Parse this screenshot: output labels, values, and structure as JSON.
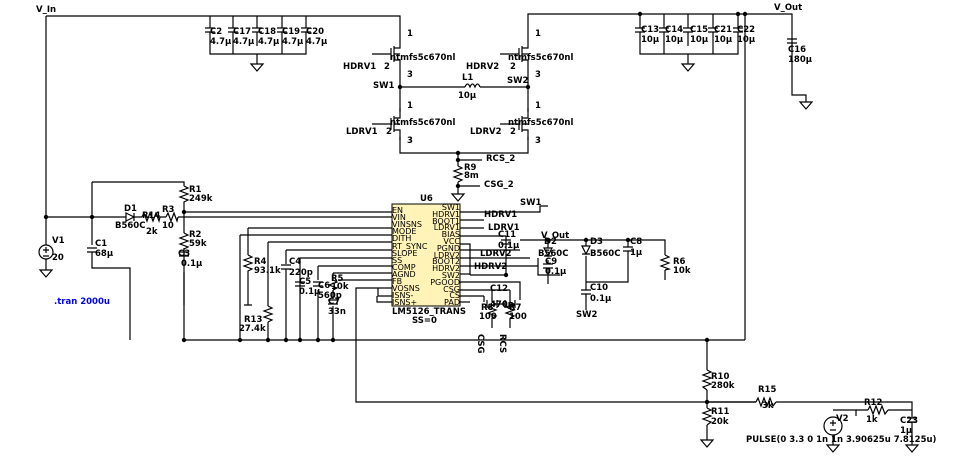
{
  "nets": {
    "v_in": "V_In",
    "v_out_top": "V_Out",
    "v_out_pin": "V_Out",
    "sw1_left": "SW1",
    "sw2_mid": "SW2",
    "sw1_pin": "SW1",
    "sw2_bottom": "SW2",
    "hdrv1_left": "HDRV1",
    "hdrv2_left": "HDRV2",
    "ldrv1_left": "LDRV1",
    "ldrv2_left": "LDRV2",
    "hdrv1_net": "HDRV1",
    "ldrv1_net": "LDRV1",
    "ldrv2_net": "LDRV2",
    "hdrv2_net": "HDRV2",
    "rcs2": "RCS_2",
    "csg2": "CSG_2",
    "csg_v": "CSG",
    "rcs_v": "RCS"
  },
  "mosfets": [
    {
      "model": "ntmfs5c670nl",
      "pin1": "1",
      "pin2": "2",
      "pin3": "3"
    },
    {
      "model": "ntmfs5c670nl",
      "pin1": "1",
      "pin2": "2",
      "pin3": "3"
    },
    {
      "model": "ntmfs5c670nl",
      "pin1": "1",
      "pin2": "2",
      "pin3": "3"
    },
    {
      "model": "ntmfs5c670nl",
      "pin1": "1",
      "pin2": "2",
      "pin3": "3"
    }
  ],
  "input_caps": [
    {
      "name": "C2",
      "value": "4.7µ"
    },
    {
      "name": "C17",
      "value": "4.7µ"
    },
    {
      "name": "C18",
      "value": "4.7µ"
    },
    {
      "name": "C19",
      "value": "4.7µ"
    },
    {
      "name": "C20",
      "value": "4.7µ"
    }
  ],
  "output_caps": [
    {
      "name": "C13",
      "value": "10µ"
    },
    {
      "name": "C14",
      "value": "10µ"
    },
    {
      "name": "C15",
      "value": "10µ"
    },
    {
      "name": "C21",
      "value": "10µ"
    },
    {
      "name": "C22",
      "value": "10µ"
    }
  ],
  "parts": {
    "c16": {
      "name": "C16",
      "value": "180µ"
    },
    "l1": {
      "name": "L1",
      "value": "10µ"
    },
    "r9": {
      "name": "R9",
      "value": "8m"
    },
    "r1": {
      "name": "R1",
      "value": "249k"
    },
    "r2": {
      "name": "R2",
      "value": "59k"
    },
    "r3": {
      "name": "R3",
      "value": "10"
    },
    "r14": {
      "name": "R14",
      "value": "2k"
    },
    "d1": {
      "name": "D1",
      "value": "B560C"
    },
    "c1": {
      "name": "C1",
      "value": "68µ"
    },
    "c3": {
      "name": "C3",
      "value": "0.1µ"
    },
    "v1": {
      "name": "V1",
      "value": "20"
    },
    "r4": {
      "name": "R4",
      "value": "93.1k"
    },
    "r13": {
      "name": "R13",
      "value": "27.4k"
    },
    "c4": {
      "name": "C4",
      "value": "220p"
    },
    "c5": {
      "name": "C5",
      "value": "0.1µ"
    },
    "c6": {
      "name": "C6",
      "value": "560p"
    },
    "r5": {
      "name": "R5",
      "value": "10k"
    },
    "c7": {
      "name": "C7",
      "value": "33n"
    },
    "c11": {
      "name": "C11",
      "value": "0.1µ"
    },
    "d2": {
      "name": "D2",
      "value": "B560C"
    },
    "c9": {
      "name": "C9",
      "value": "0.1µ"
    },
    "d3": {
      "name": "D3",
      "value": "B560C"
    },
    "c8": {
      "name": "C8",
      "value": "1µ"
    },
    "r6": {
      "name": "R6",
      "value": "10k"
    },
    "c10": {
      "name": "C10",
      "value": "0.1µ"
    },
    "c12": {
      "name": "C12",
      "value": "470p"
    },
    "r8": {
      "name": "R8",
      "value": "100"
    },
    "r7": {
      "name": "R7",
      "value": "100"
    },
    "r10": {
      "name": "R10",
      "value": "280k"
    },
    "r11": {
      "name": "R11",
      "value": "20k"
    },
    "r15": {
      "name": "R15",
      "value": "3k"
    },
    "r12": {
      "name": "R12",
      "value": "1k"
    },
    "c23": {
      "name": "C23",
      "value": "1µ"
    },
    "v2": {
      "name": "V2",
      "value": ""
    }
  },
  "ic": {
    "ref": "U6",
    "model": "LM5126_TRANS",
    "param": "SS=0",
    "left_pins": [
      "EN",
      "VIN",
      "VINSNS",
      "MODE",
      "DITH",
      "RT_SYNC",
      "SLOPE",
      "SS",
      "COMP",
      "AGND",
      "FB",
      "VOSNS",
      "ISNS-",
      "ISNS+"
    ],
    "right_pins": [
      "SW1",
      "HDRV1",
      "BOOT1",
      "LDRV1",
      "BIAS",
      "VCC",
      "PGND",
      "LDRV2",
      "BOOT2",
      "HDRV2",
      "SW2",
      "PGOOD",
      "CSG",
      "CS",
      "PAD"
    ]
  },
  "directives": {
    "tran": ".tran 2000u",
    "pulse": "PULSE(0 3.3 0 1n 1n 3.90625u 7.8125u)"
  },
  "colors": {
    "ic_fill": "#fff3b8",
    "directive": "#0000ff",
    "wire": "#000000"
  }
}
